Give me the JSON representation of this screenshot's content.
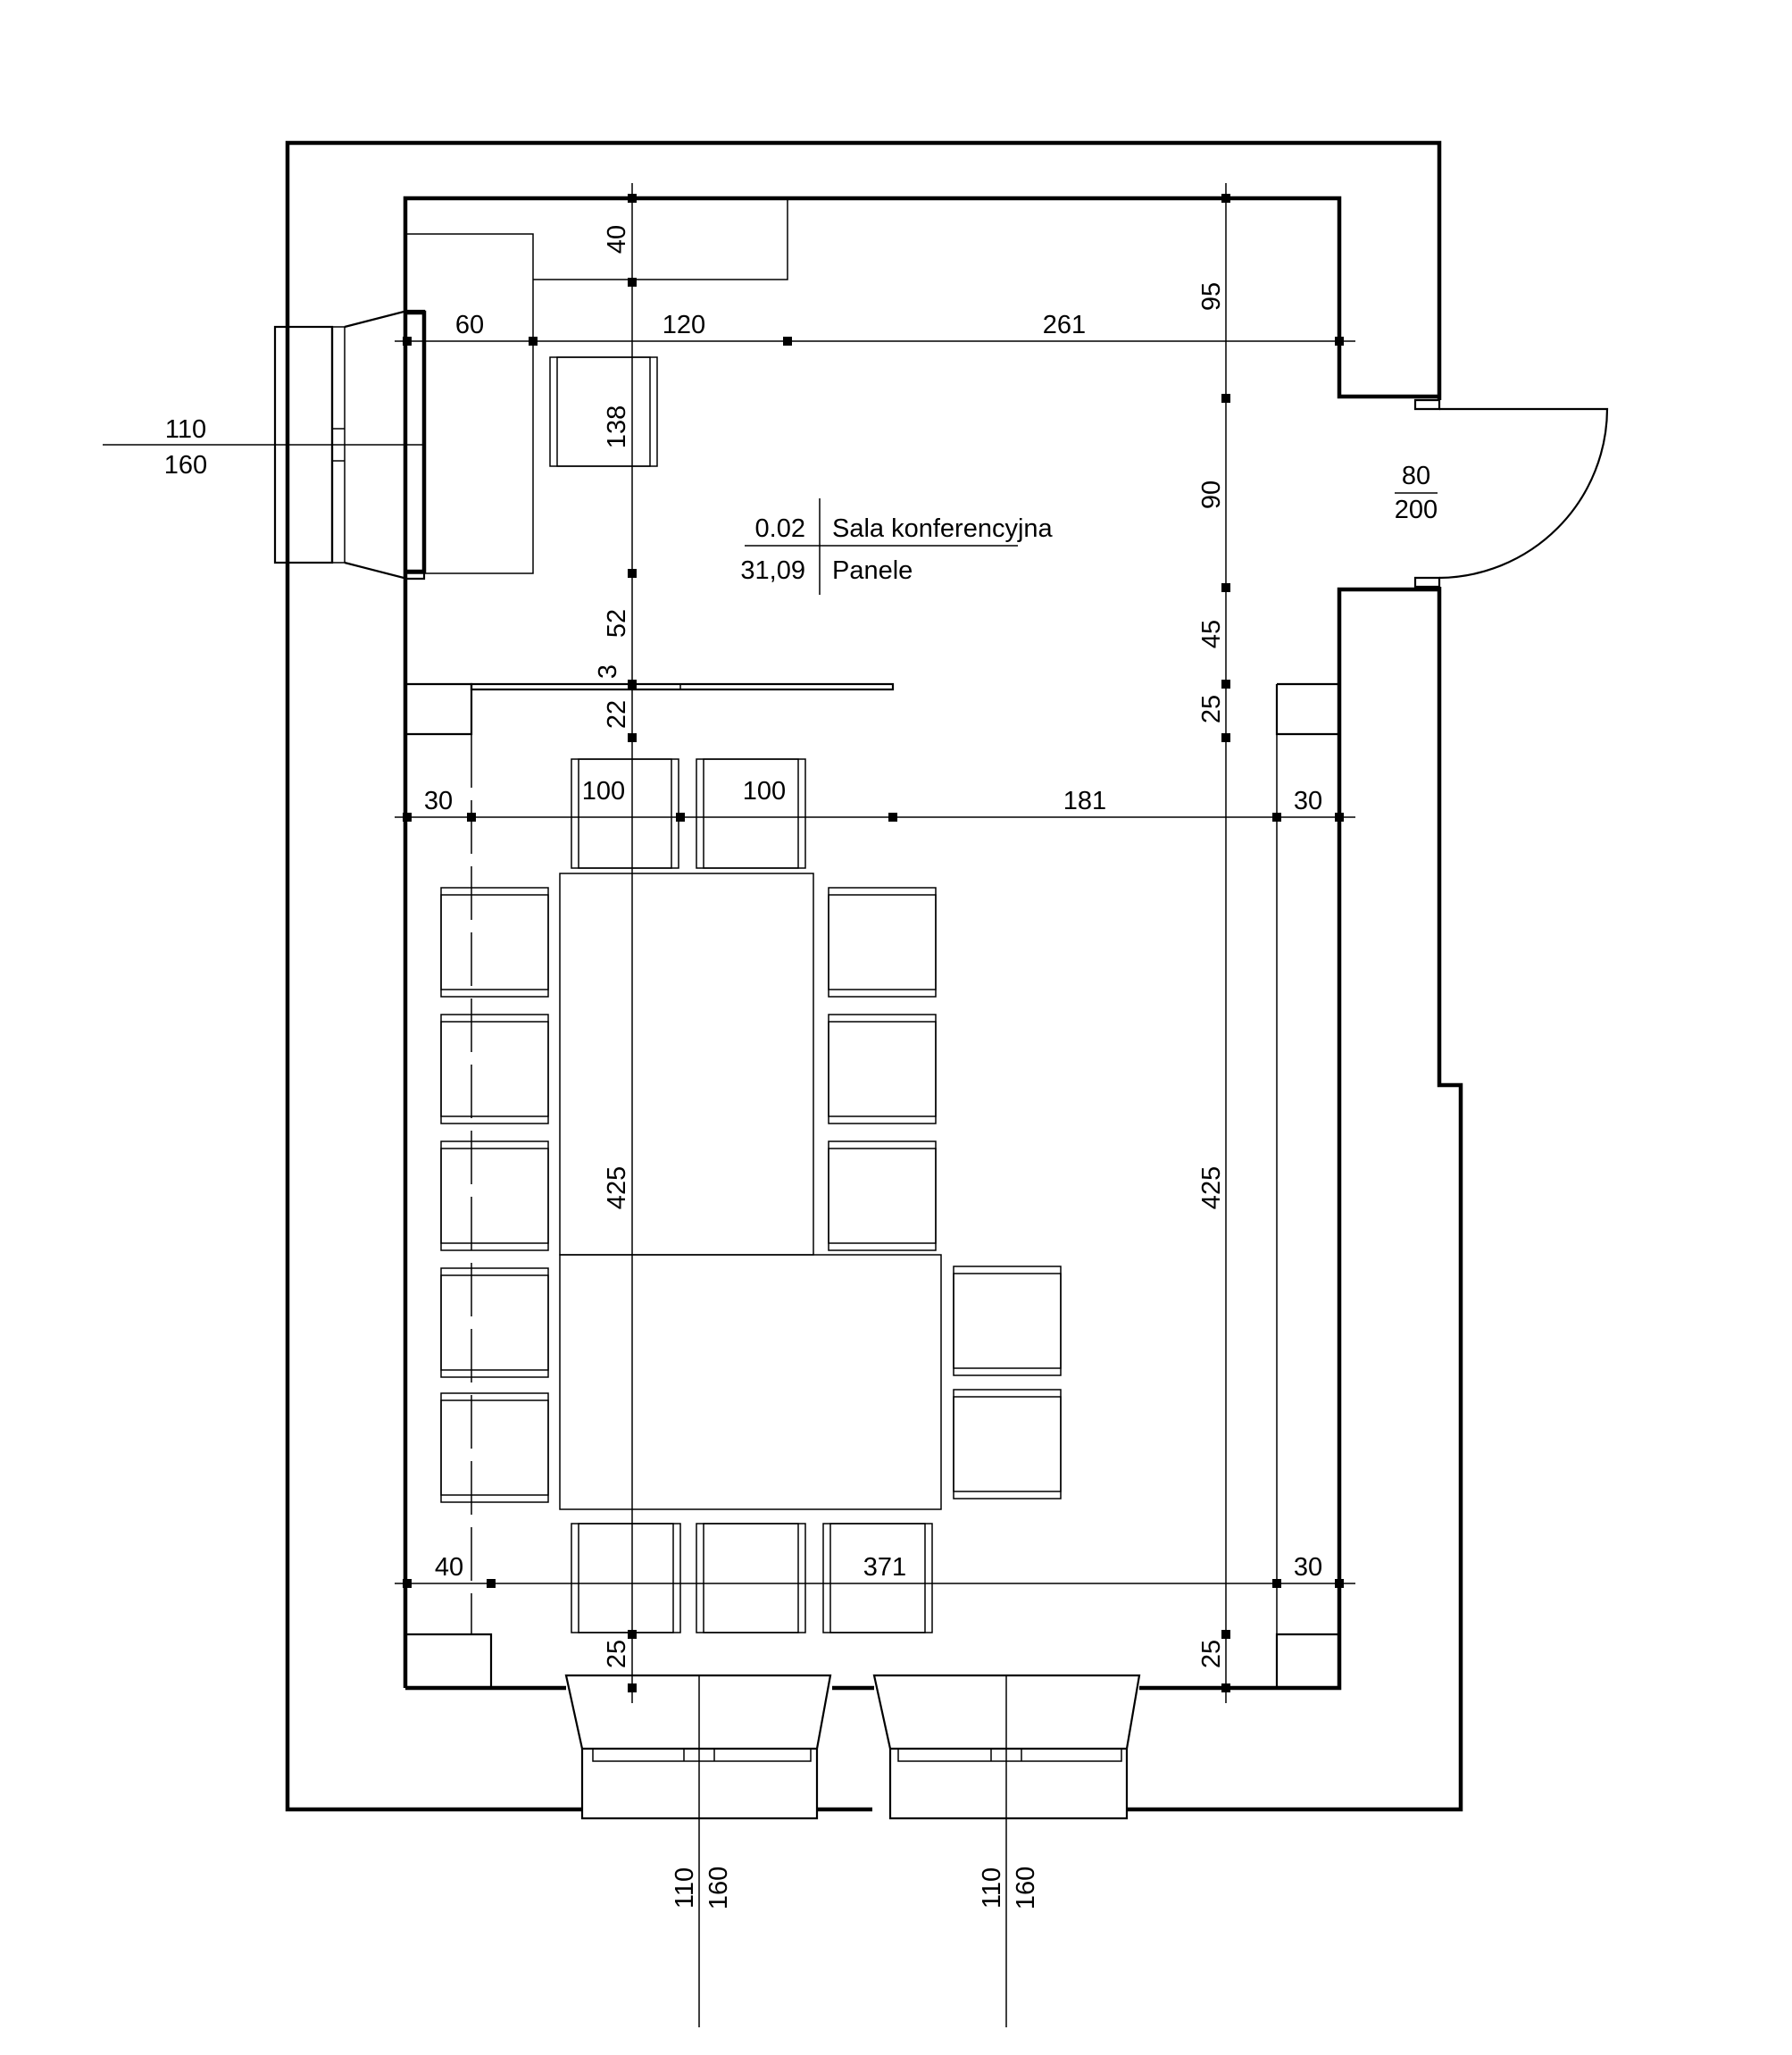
{
  "room": {
    "number": "0.02",
    "name": "Sala konferencyjna",
    "area": "31,09",
    "floor": "Panele"
  },
  "windows": {
    "left": {
      "width": "110",
      "height": "160"
    },
    "bottom_1": {
      "width": "110",
      "height": "160"
    },
    "bottom_2": {
      "width": "110",
      "height": "160"
    }
  },
  "door": {
    "width": "80",
    "height": "200"
  },
  "dimensions": {
    "top_row": [
      "60",
      "120",
      "261"
    ],
    "middle_row": [
      "30",
      "100",
      "100",
      "181",
      "30"
    ],
    "bottom_row": [
      "40",
      "371",
      "30"
    ],
    "left_column": [
      "40",
      "138",
      "52",
      "3",
      "22",
      "425",
      "25"
    ],
    "right_column": [
      "95",
      "90",
      "45",
      "25",
      "425",
      "25"
    ]
  }
}
